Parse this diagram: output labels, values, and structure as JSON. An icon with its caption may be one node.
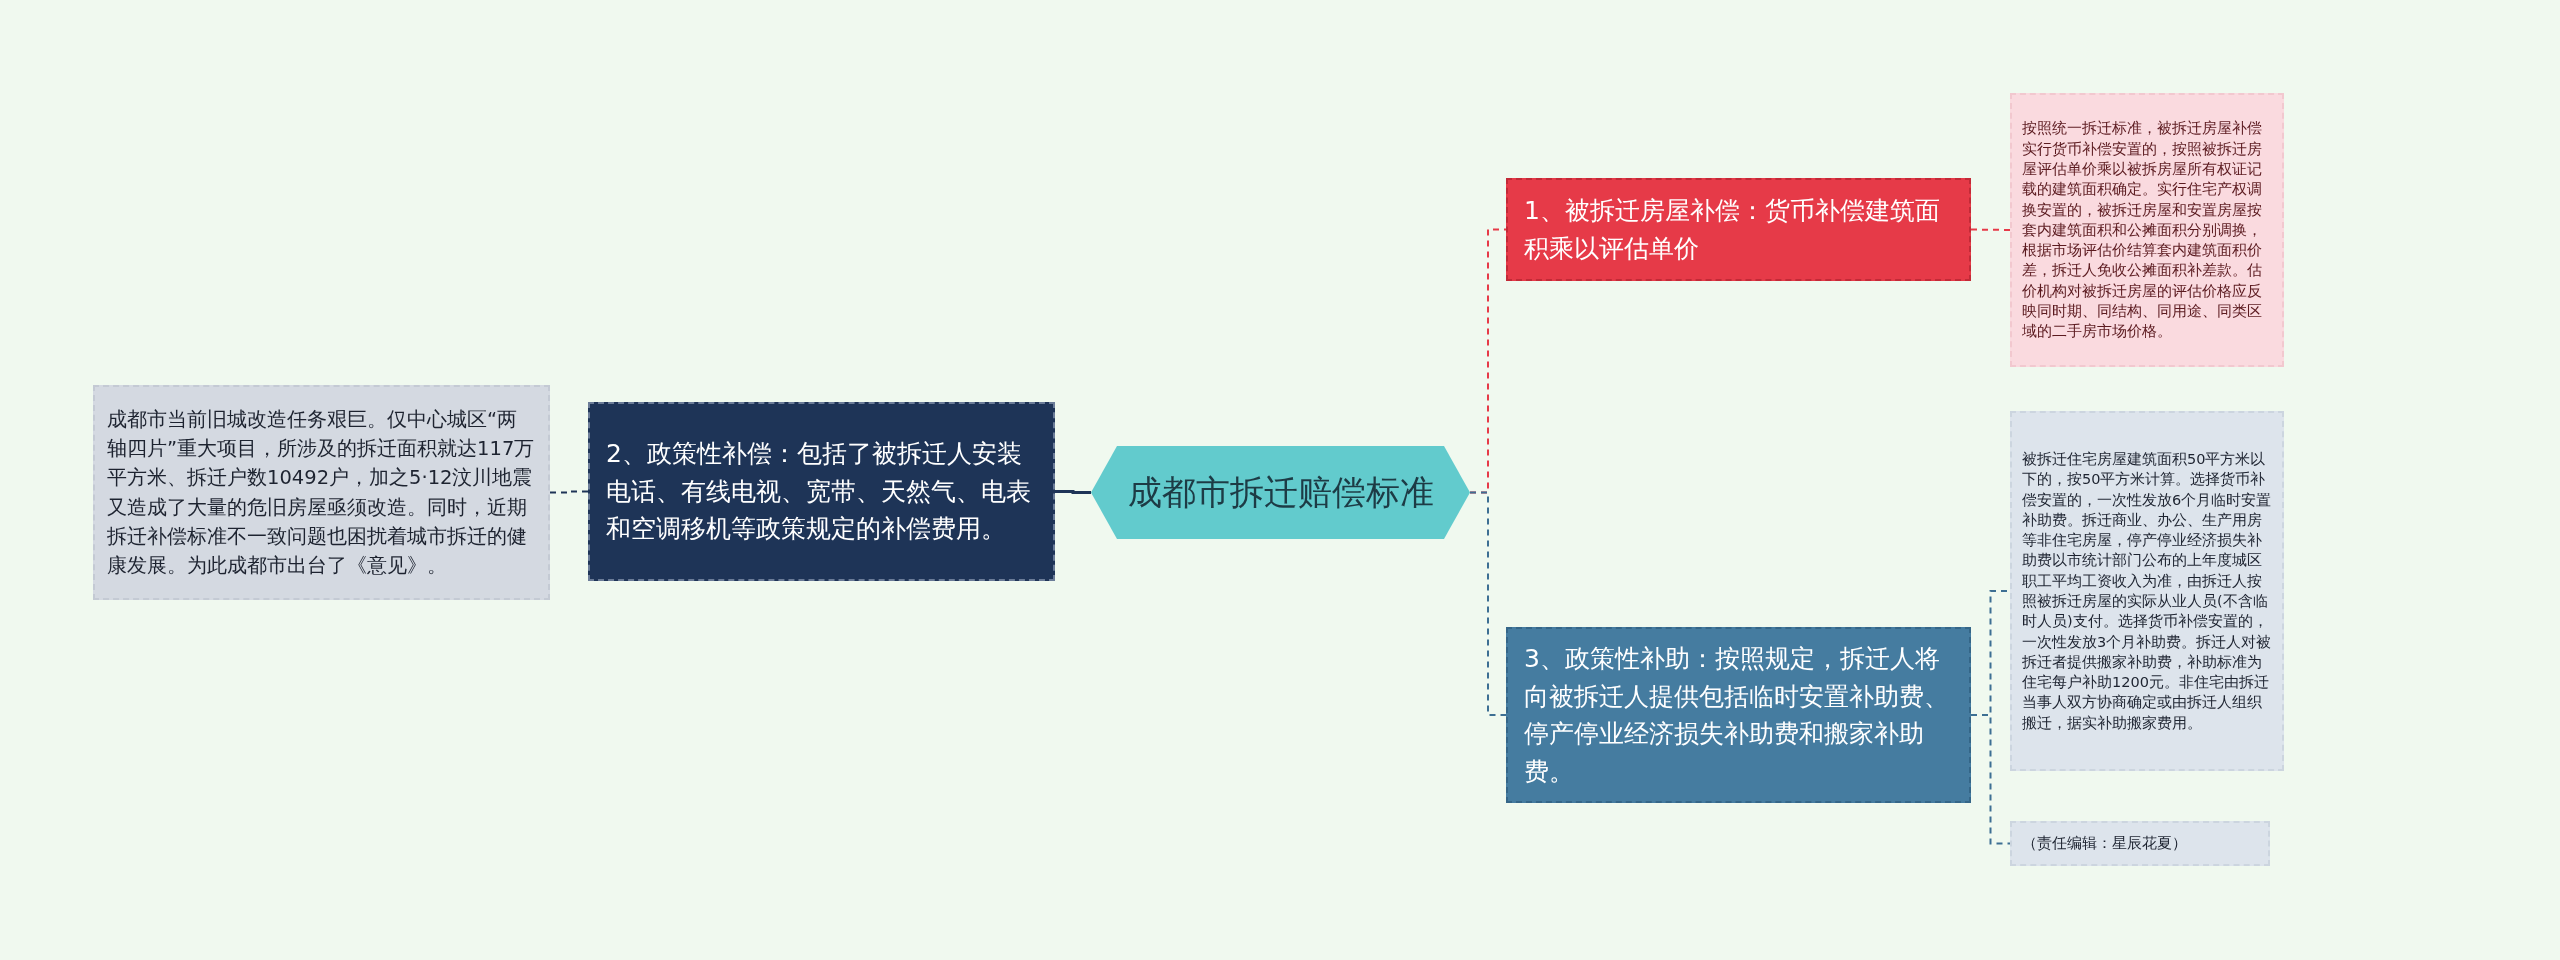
{
  "diagram": {
    "nodes": [
      {
        "text": [
          "成都市拆迁赔偿标准"
        ]
      },
      {
        "text": [
          "1、被拆迁房屋补偿：货币补偿建筑面积乘以评估单价"
        ]
      },
      {
        "text": [
          "2、政策性补偿：包括了被拆迁人安装电话、有线电视、宽带、天然气、电表和空调移机等政策规定的补偿费用。"
        ]
      },
      {
        "text": [
          "3、政策性补助：按照规定，拆迁人将向被拆迁人提供包括临时安置补助费、停产停业经济损失补助费和搬家补助费。"
        ]
      },
      {
        "text": [
          "按照统一拆迁标准，被拆迁房屋补偿实行货币补偿安置的，按照被拆迁房屋评估单价乘以被拆房屋所有权证记载的建筑面积确定。实行住宅产权调换安置的，被拆迁房屋和安置房屋按套内建筑面积和公摊面积分别调换，根据市场评估价结算套内建筑面积价差，拆迁人免收公摊面积补差款。估价机构对被拆迁房屋的评估价格应反映同时期、同结构、同用途、同类区域的二手房市场价格。"
        ]
      },
      {
        "text": [
          "成都市当前旧城改造任务艰巨。仅中心城区“两轴四片”重大项目，所涉及的拆迁面积就达117万平方米、拆迁户数10492户，加之5·12汶川地震又造成了大量的危旧房屋亟须改造。同时，近期拆迁补偿标准不一致问题也困扰着城市拆迁的健康发展。为此成都市出台了《意见》。"
        ]
      },
      {
        "text": [
          "被拆迁住宅房屋建筑面积50平方米以下的，按50平方米计算。选择货币补偿安置的，一次性发放6个月临时安置补助费。拆迁商业、办公、生产用房等非住宅房屋，停产停业经济损失补助费以市统计部门公布的上年度城区职工平均工资收入为准，由拆迁人按照被拆迁房屋的实际从业人员(不含临时人员)支付。选择货币补偿安置的，一次性发放3个月补助费。拆迁人对被拆迁者提供搬家补助费，补助标准为住宅每户补助1200元。非住宅由拆迁当事人双方协商确定或由拆迁人组织搬迁，据实补助搬家费用。"
        ]
      },
      {
        "text": [
          "（责任编辑：星辰花夏）"
        ]
      }
    ],
    "edges": [
      {
        "from": 0,
        "to": 1,
        "arrow": "none",
        "style": "dashed",
        "color": "#e63a48"
      },
      {
        "from": 0,
        "to": 2,
        "arrow": "none",
        "color": "#1e3457"
      },
      {
        "from": 0,
        "to": 3,
        "arrow": "none",
        "style": "dashed",
        "color": "#3d6f93"
      },
      {
        "from": 1,
        "to": 4,
        "arrow": "none",
        "style": "dashed",
        "color": "#e63a48"
      },
      {
        "from": 2,
        "to": 5,
        "arrow": "none",
        "style": "dashed",
        "color": "#1e3457"
      },
      {
        "from": 3,
        "to": 6,
        "arrow": "none",
        "style": "dashed",
        "color": "#3d6f93"
      },
      {
        "from": 3,
        "to": 7,
        "arrow": "none",
        "style": "dashed",
        "color": "#3d6f93"
      }
    ]
  }
}
